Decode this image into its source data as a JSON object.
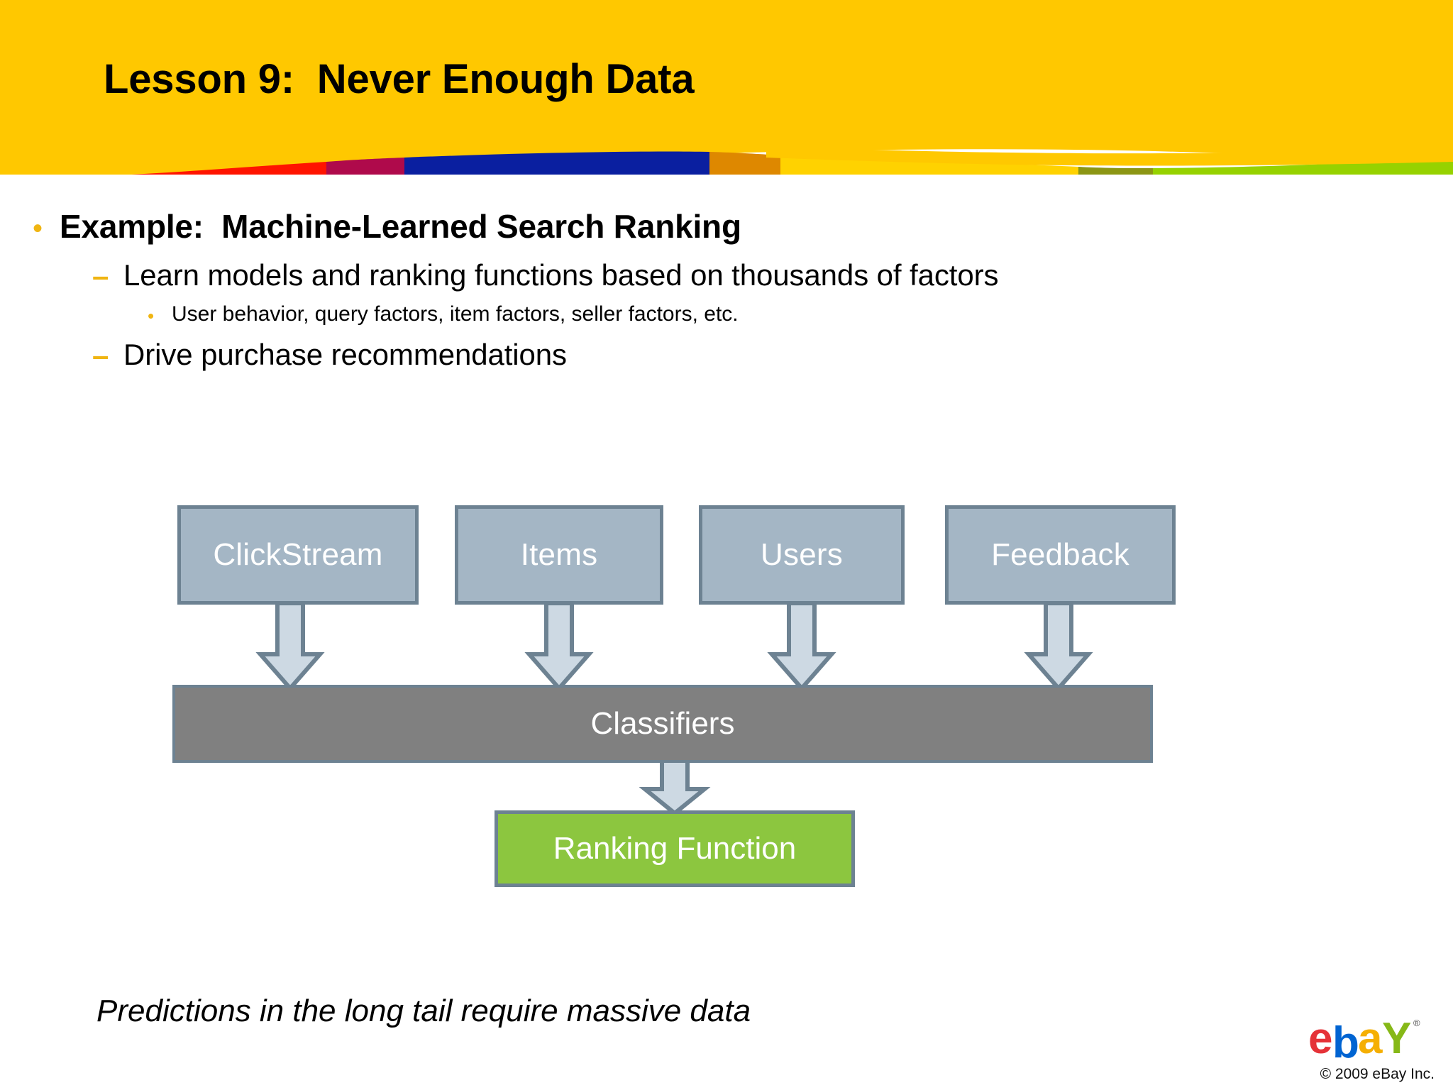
{
  "slide": {
    "title": "Lesson 9:  Never Enough Data",
    "caption": "Predictions in the long tail require massive data"
  },
  "header": {
    "background_color": "#FFC800",
    "stripe_colors": {
      "red": "#FF1400",
      "magenta": "#AF0A4B",
      "blue": "#0A1FA0",
      "orange": "#DE8800",
      "yellow": "#FFD200",
      "olive": "#8C9614",
      "green": "#96D200"
    }
  },
  "bullets": [
    {
      "level": 1,
      "marker": "•",
      "text": "Example:  Machine-Learned Search Ranking"
    },
    {
      "level": 2,
      "marker": "–",
      "text": "Learn models and ranking functions based on thousands of factors"
    },
    {
      "level": 3,
      "marker": "•",
      "text": "User behavior, query factors, item factors, seller factors, etc."
    },
    {
      "level": 2,
      "marker": "–",
      "text": "Drive purchase recommendations"
    }
  ],
  "diagram": {
    "sources": [
      {
        "label": "ClickStream"
      },
      {
        "label": "Items"
      },
      {
        "label": "Users"
      },
      {
        "label": "Feedback"
      }
    ],
    "classifiers": {
      "label": "Classifiers"
    },
    "output": {
      "label": "Ranking Function"
    },
    "colors": {
      "source_fill": "#A4B6C5",
      "source_border": "#6D8292",
      "classifier_fill": "#808080",
      "output_fill": "#8CC63F",
      "arrow_fill": "#CDD9E3",
      "arrow_stroke": "#6D8292"
    }
  },
  "footer": {
    "logo": {
      "e": "e",
      "b": "b",
      "a": "a",
      "y": "Y",
      "trademark": "®",
      "colors": {
        "e": "#E53238",
        "b": "#0064D2",
        "a": "#F5AF02",
        "y": "#86B817"
      }
    },
    "copyright": "© 2009 eBay Inc."
  }
}
